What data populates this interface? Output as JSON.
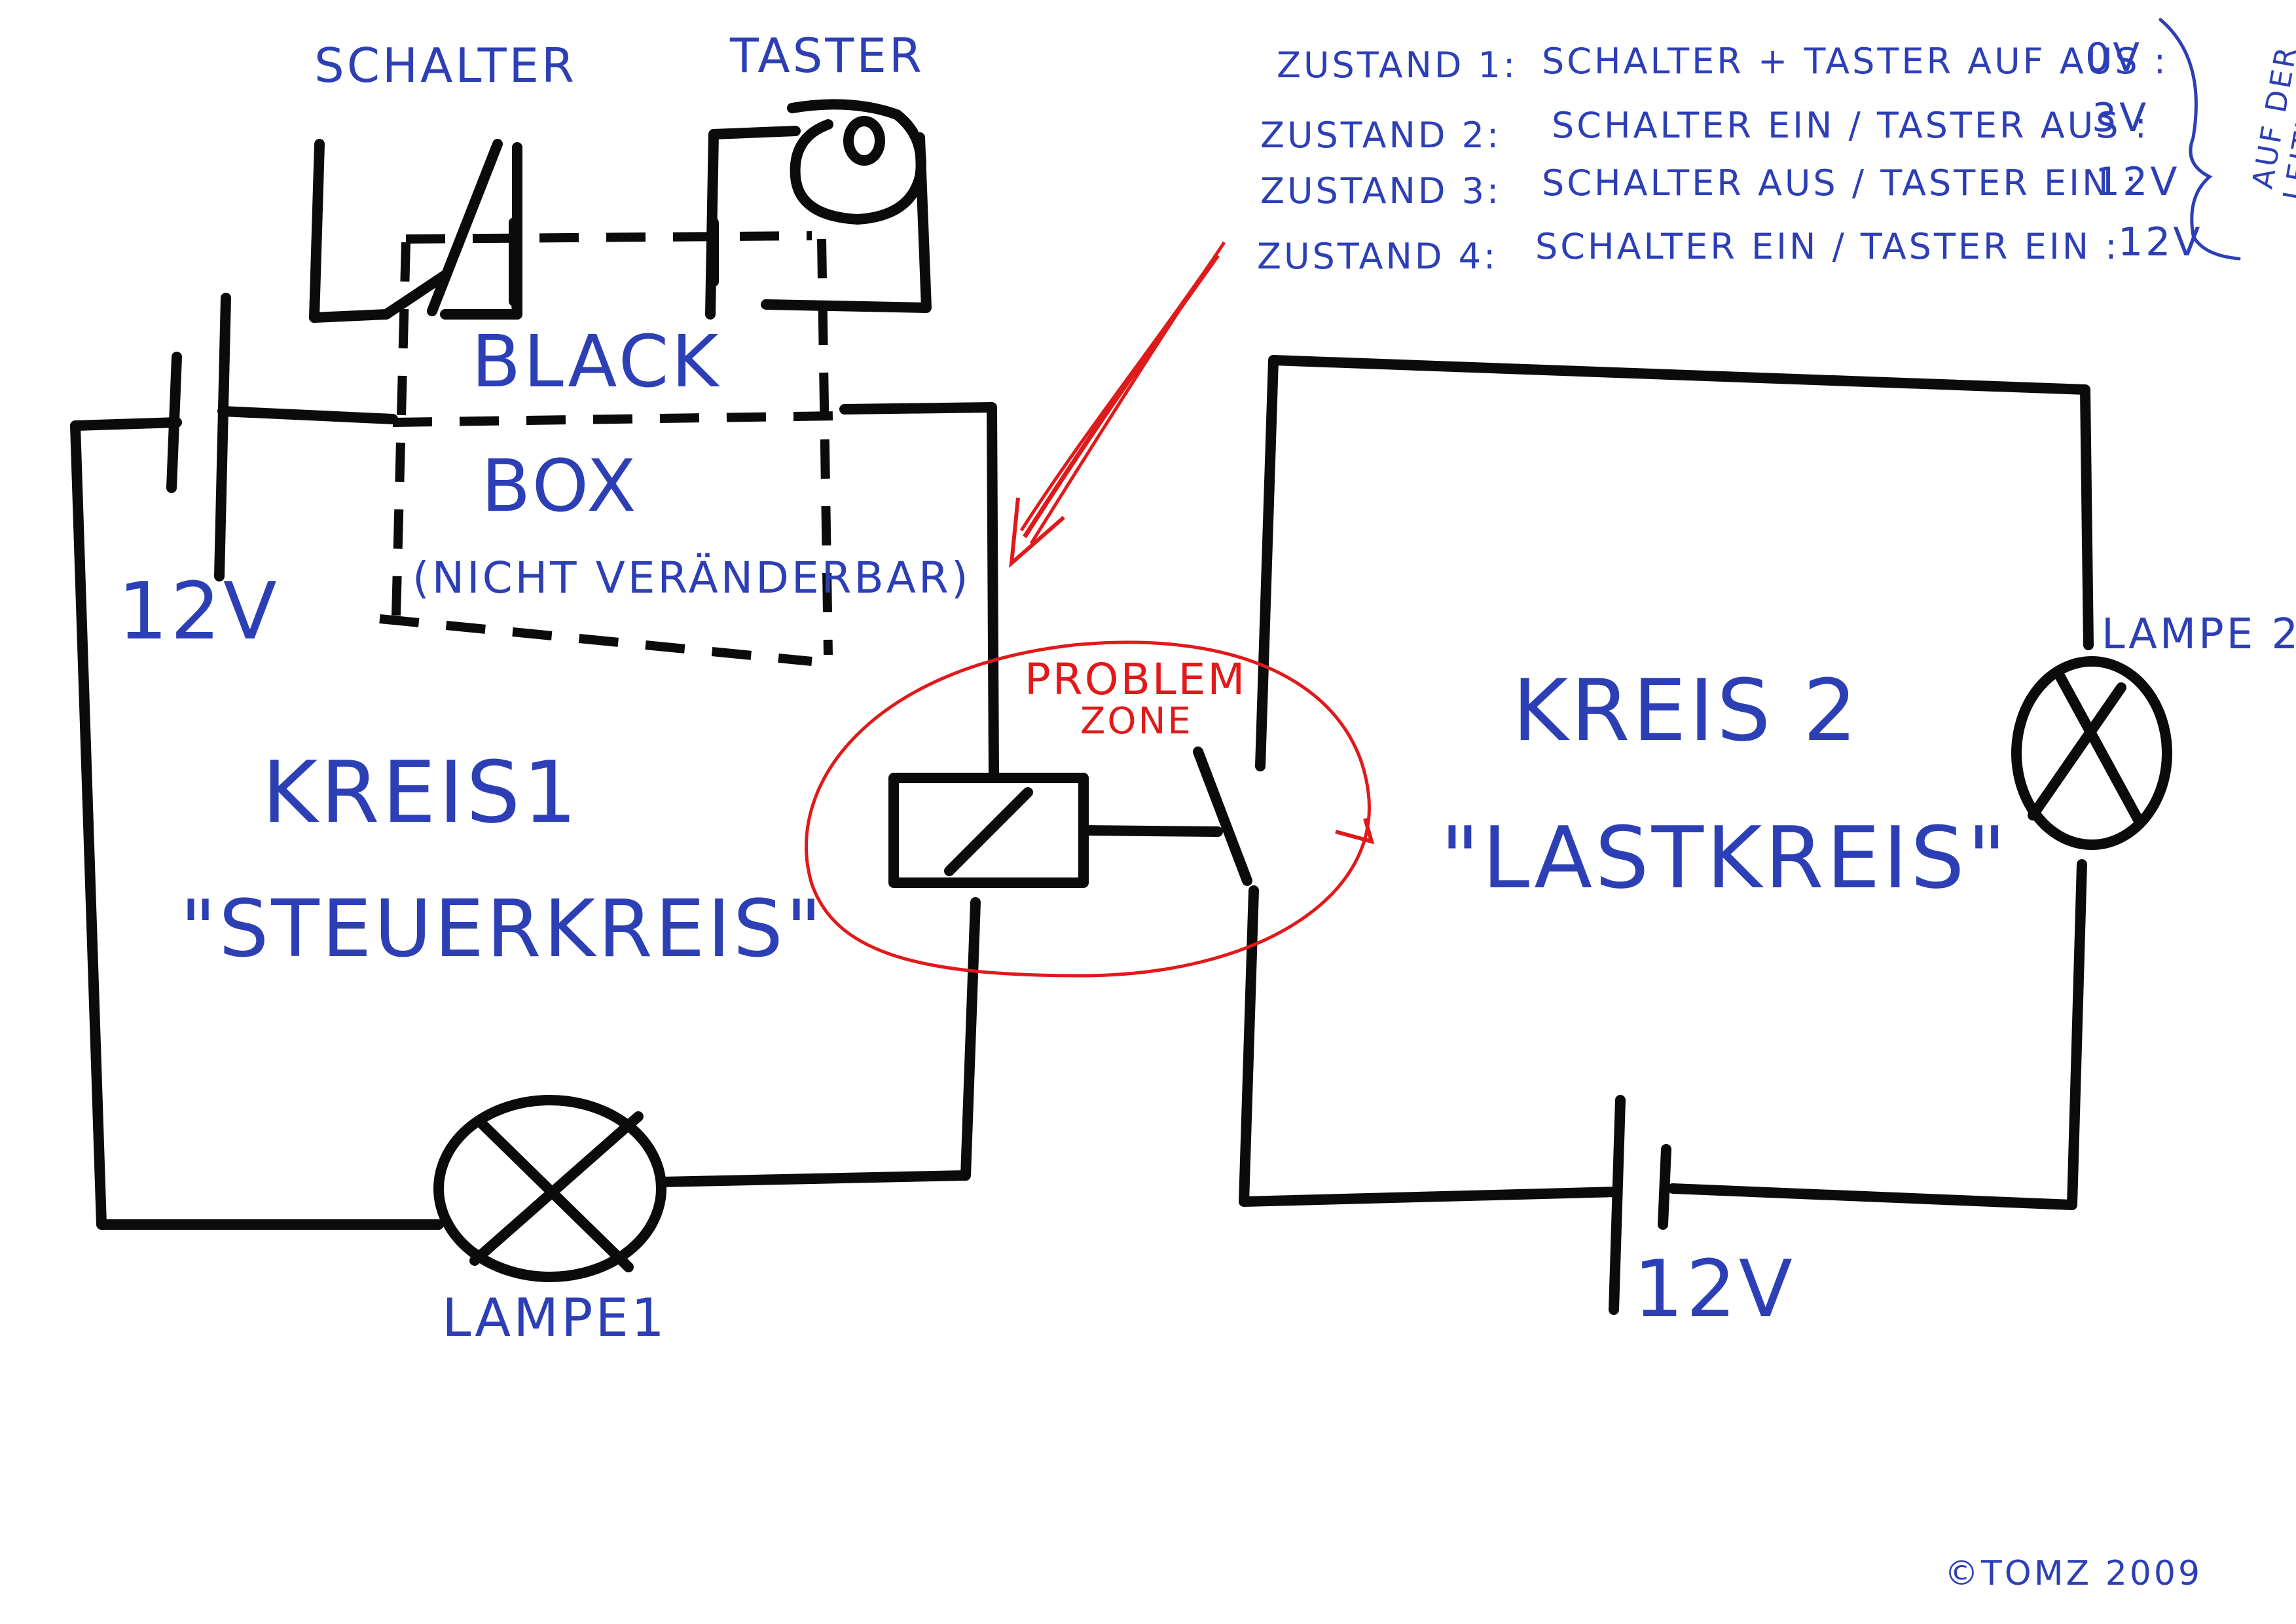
{
  "colors": {
    "ink": "#0b0b0b",
    "label_blue": "#2d3fb5",
    "accent_red": "#e01a1a",
    "paper": "#ffffff"
  },
  "labels": {
    "schalter": "SCHALTER",
    "taster": "TASTER",
    "black": "BLACK",
    "box": "BOX",
    "nicht_veraenderbar": "(NICHT VERÄNDERBAR)",
    "battery1_voltage": "12V",
    "kreis1": "KREIS1",
    "steuerkreis": "\"STEUERKREIS\"",
    "lampe1": "LAMPE1",
    "problem": "PROBLEM",
    "zone": "ZONE",
    "kreis2": "KREIS 2",
    "lastkreis": "\"LASTKREIS\"",
    "lampe2": "LAMPE 2",
    "battery2_voltage": "12V",
    "copyright": "©TOMZ 2009"
  },
  "states": [
    {
      "label": "ZUSTAND 1:",
      "condition": "SCHALTER + TASTER AUF AUS :",
      "voltage": "0V"
    },
    {
      "label": "ZUSTAND 2:",
      "condition": "SCHALTER EIN / TASTER AUS :",
      "voltage": "3V"
    },
    {
      "label": "ZUSTAND 3:",
      "condition": "SCHALTER AUS / TASTER EIN :",
      "voltage": "12V"
    },
    {
      "label": "ZUSTAND 4:",
      "condition": "SCHALTER EIN / TASTER EIN :",
      "voltage": "12V"
    }
  ],
  "states_note": [
    "AUF DER",
    "LEITUNG"
  ],
  "icons": {
    "switch": "switch-symbol-icon",
    "button": "push-button-icon",
    "battery": "battery-symbol-icon",
    "lamp": "lamp-symbol-icon",
    "relay": "relay-coil-icon",
    "arrow": "red-arrow-icon"
  }
}
